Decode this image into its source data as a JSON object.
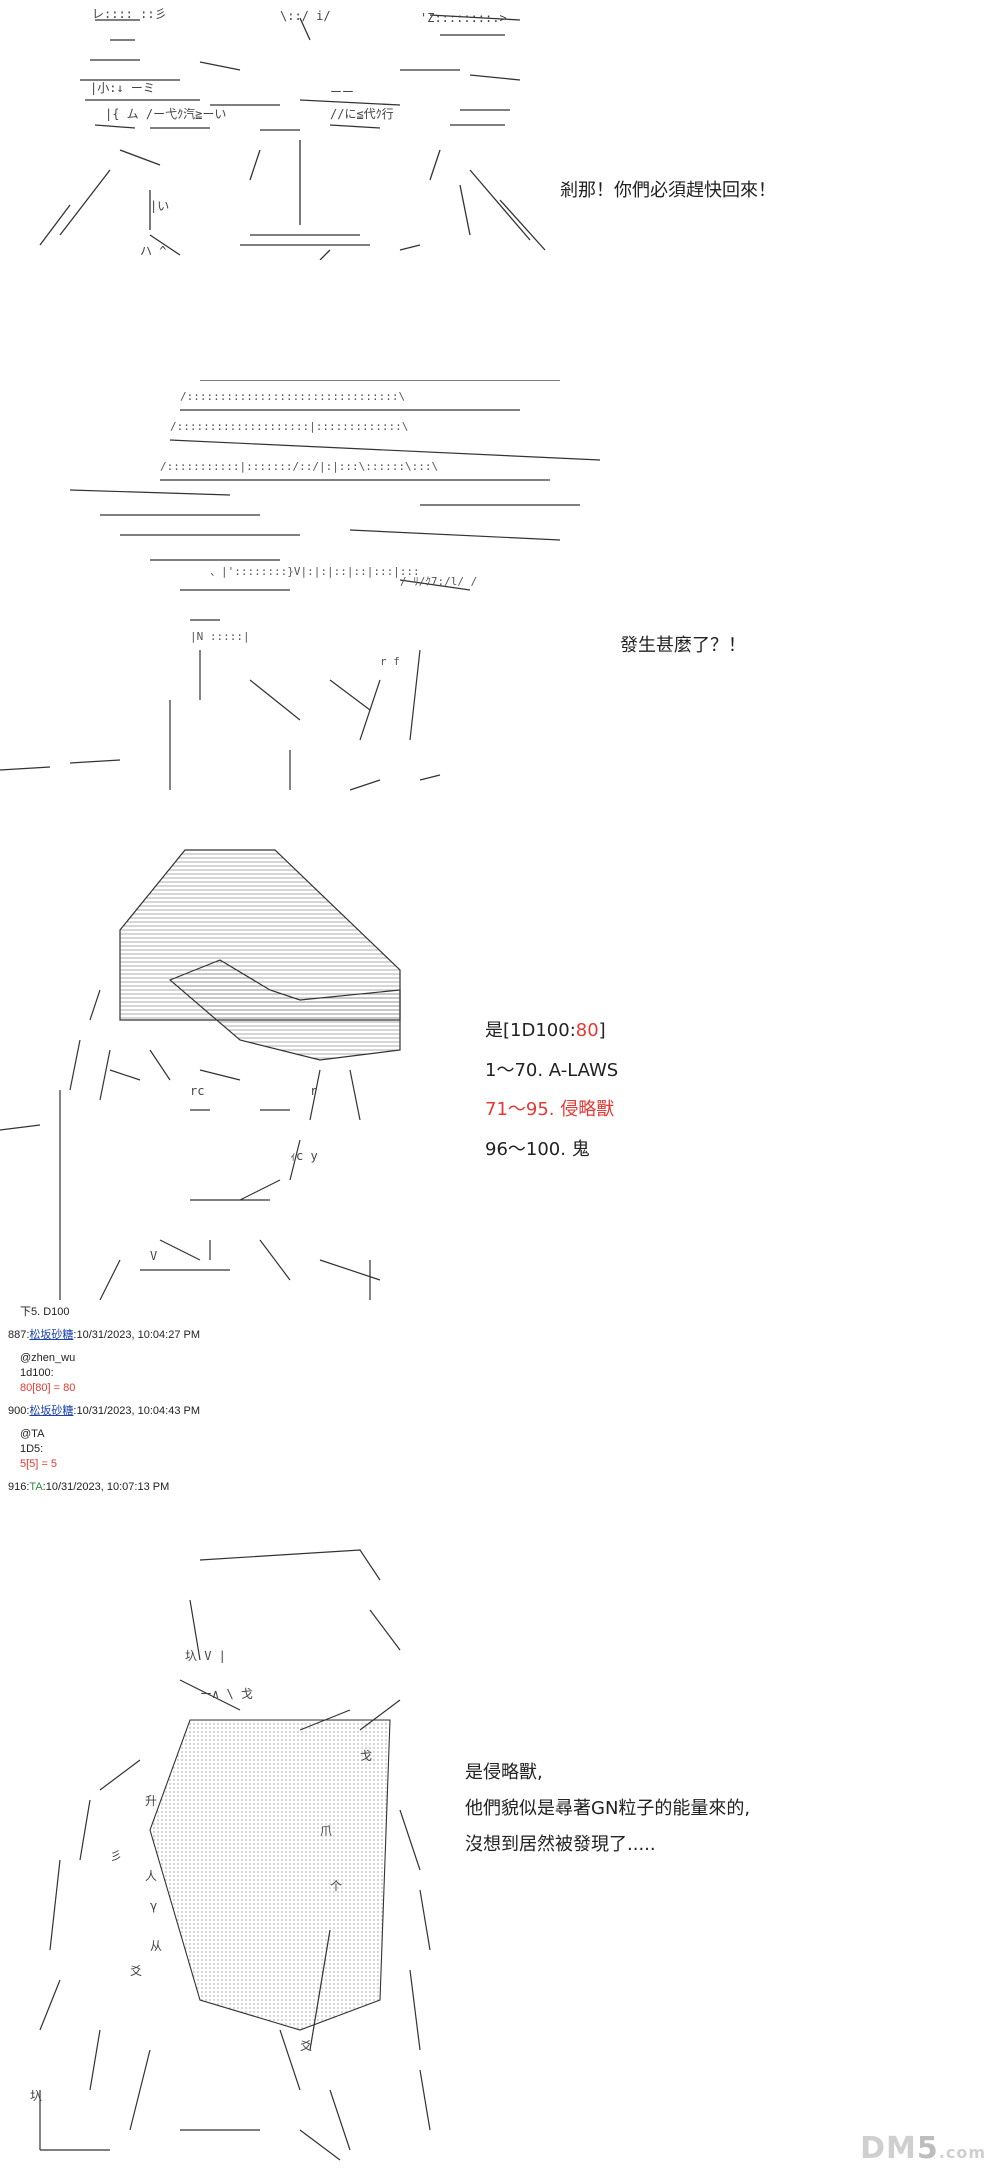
{
  "panels": [
    {
      "dialogue": [
        "剎那！你們必須趕快回來！"
      ]
    },
    {
      "dialogue": [
        "發生甚麼了？！"
      ]
    },
    {
      "choice": {
        "header_prefix": "是[1D100:",
        "header_roll": "80",
        "header_suffix": "]",
        "options": [
          {
            "text": "1～70. A-LAWS",
            "highlight": false
          },
          {
            "text": "71～95. 侵略獸",
            "highlight": true
          },
          {
            "text": "96～100. 鬼",
            "highlight": false
          }
        ]
      }
    },
    {
      "dialogue": [
        "是侵略獸,",
        "他們貌似是尋著GN粒子的能量來的,",
        "沒想到居然被發現了....."
      ]
    }
  ],
  "roll_log": {
    "header": "下5. D100",
    "posts": [
      {
        "number": "887:",
        "user": "松坂砂糖",
        "timestamp": ":10/31/2023, 10:04:27 PM",
        "mention": "@zhen_wu",
        "command": "1d100:",
        "result": "80[80] = 80"
      },
      {
        "number": "900:",
        "user": "松坂砂糖",
        "timestamp": ":10/31/2023, 10:04:43 PM",
        "mention": "@TA",
        "command": "1D5:",
        "result": "5[5] = 5"
      },
      {
        "number": "916:",
        "user": "TA",
        "timestamp": ":10/31/2023, 10:07:13 PM"
      }
    ]
  },
  "watermark": {
    "main": "DM",
    "five": "5",
    "dot": ".com"
  },
  "colors": {
    "roll_red": "#e53935",
    "link_blue": "#1a3fb0",
    "ta_green": "#2e8b3c",
    "ink": "#222222"
  }
}
